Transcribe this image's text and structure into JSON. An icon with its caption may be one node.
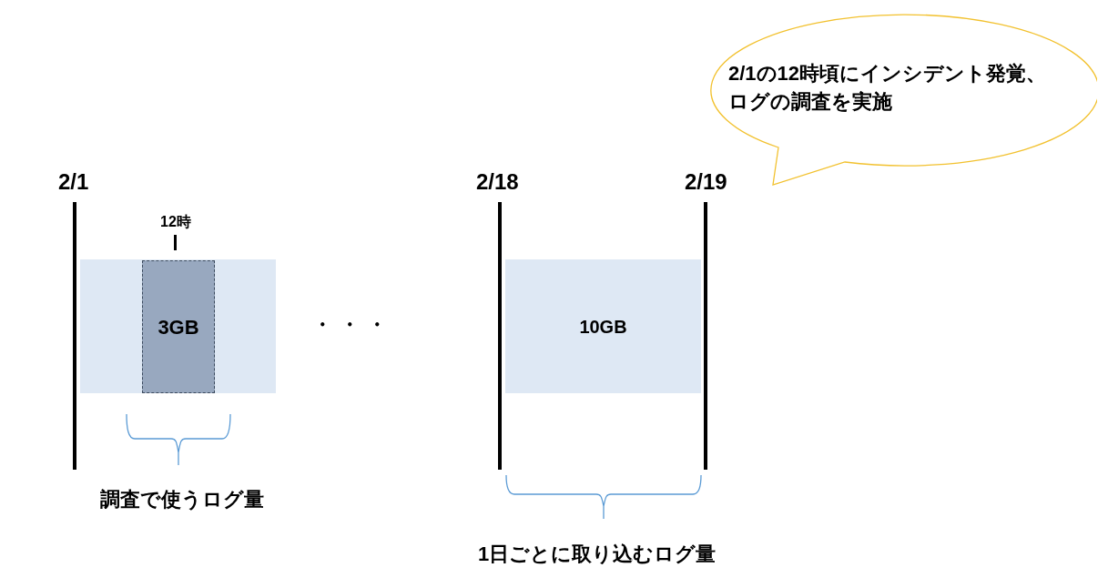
{
  "diagram": {
    "nodes": [
      {
        "text": [],
        "shape": "box"
      },
      {
        "text": [
          "3GB"
        ],
        "in": 0
      },
      {
        "text": [
          "10GB"
        ]
      },
      {
        "text": [
          "2/1の12時頃にインシデント発覚、ログの調査を実施"
        ]
      }
    ],
    "labels": [
      "2/1",
      "2/18",
      "2/19",
      "12時",
      "・・・",
      "調査で使うログ量",
      "1日ごとに取り込むログ量"
    ]
  }
}
